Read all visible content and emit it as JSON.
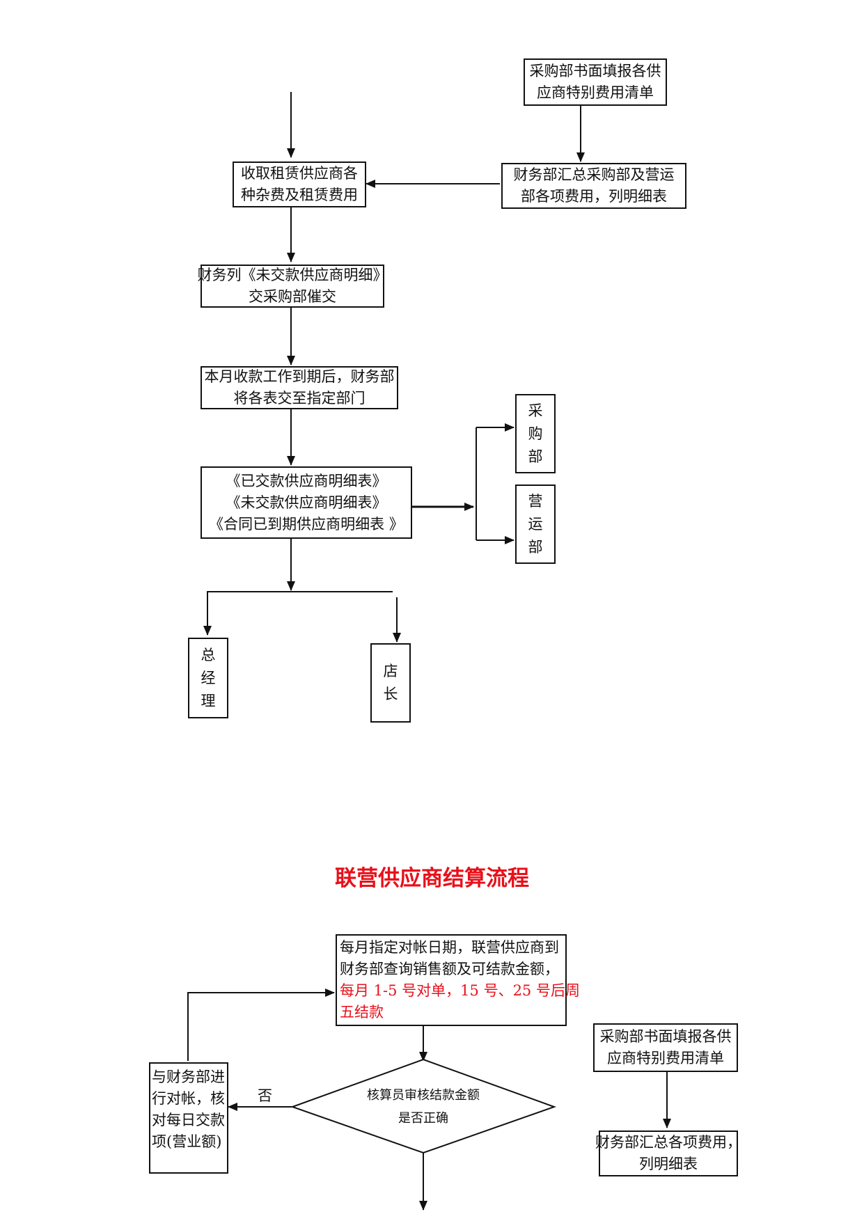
{
  "flow1": {
    "supplier_fee_list": [
      "采购部书面填报各供",
      "应商特别费用清单"
    ],
    "collect_fees": [
      "收取租赁供应商各",
      "种杂费及租赁费用"
    ],
    "finance_summary": [
      "财务部汇总采购部及营运",
      "部各项费用，列明细表"
    ],
    "unpaid_detail": [
      "财务列《未交款供应商明细》",
      "交采购部催交"
    ],
    "month_end": [
      "本月收款工作到期后，财务部",
      "将各表交至指定部门"
    ],
    "reports": [
      "《已交款供应商明细表》",
      "《未交款供应商明细表》",
      "《合同已到期供应商明细表 》"
    ],
    "purchasing_dept": [
      "采",
      "购",
      "部"
    ],
    "operations_dept": [
      "营",
      "运",
      "部"
    ],
    "general_manager": [
      "总",
      "经",
      "理"
    ],
    "store_manager": [
      "店",
      "长"
    ]
  },
  "flow2": {
    "title": "联营供应商结算流程",
    "reconcile_date": {
      "lines": [
        "每月指定对帐日期，联营供应商到",
        "财务部查询销售额及可结款金额，"
      ],
      "red_lines": [
        "每月 1-5 号对单，15 号、25 号后周",
        "五结款"
      ],
      "red_color": "#e8101a"
    },
    "audit_decision": [
      "核算员审核结款金额",
      "是否正确"
    ],
    "no_label": "否",
    "reconcile_with_finance": [
      "与财务部进",
      "行对帐，核",
      "对每日交款",
      "项(营业额)"
    ],
    "supplier_fee_list": [
      "采购部书面填报各供",
      "应商特别费用清单"
    ],
    "finance_summary": [
      "财务部汇总各项费用，",
      "列明细表"
    ]
  }
}
